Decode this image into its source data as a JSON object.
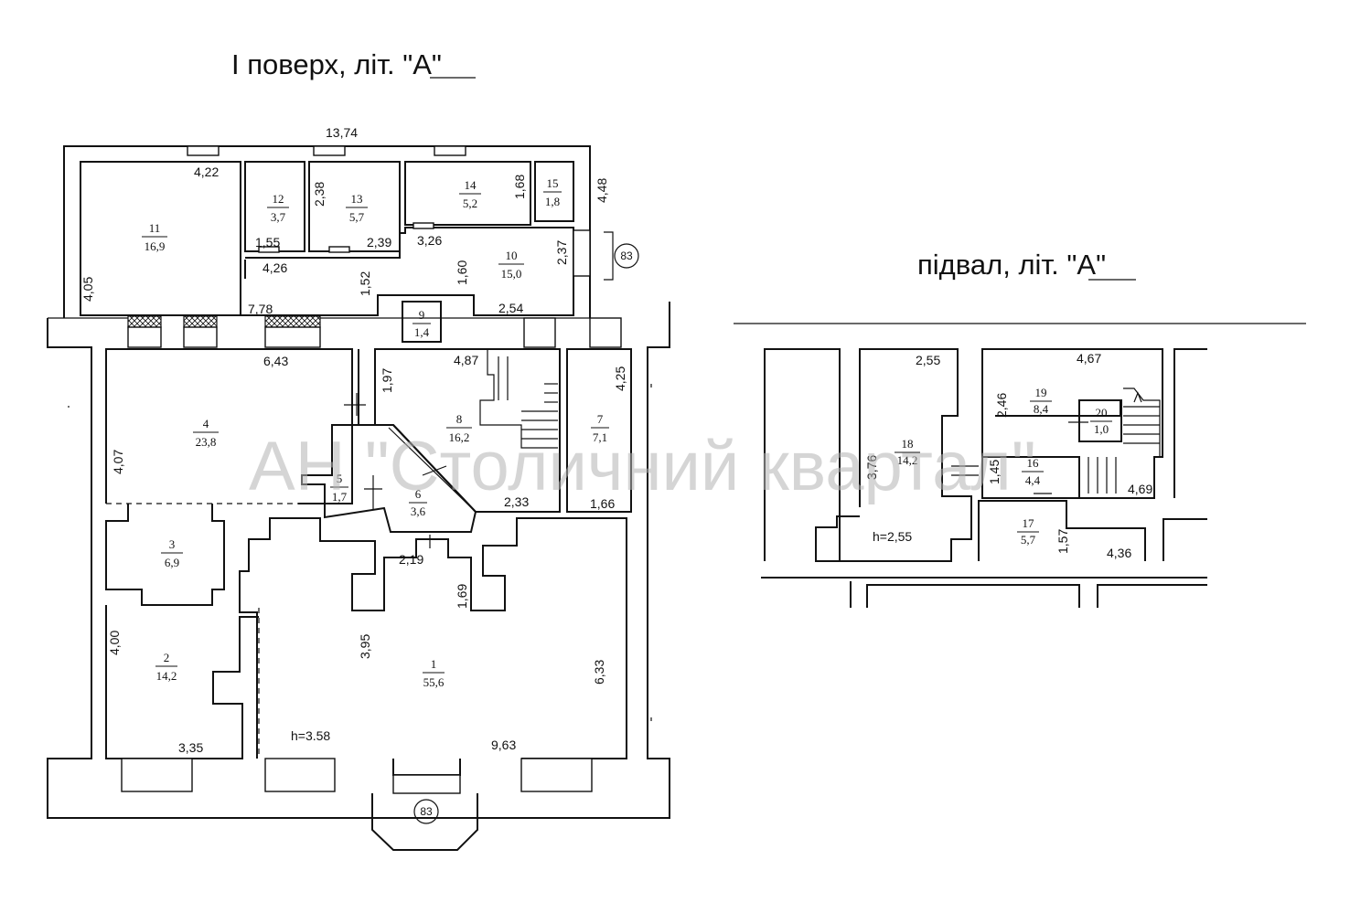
{
  "titles": {
    "ground_floor": "І поверх, літ. \"А\"",
    "basement": "підвал, літ. \"А\""
  },
  "watermark": "АН \"Столичний квартал\"",
  "ground_floor": {
    "overall_width": "13,74",
    "ceiling_height": "h=3.58",
    "entrance_number": "83",
    "side_entrance_number": "83",
    "rooms": [
      {
        "no": "1",
        "area": "55,6"
      },
      {
        "no": "2",
        "area": "14,2"
      },
      {
        "no": "3",
        "area": "6,9"
      },
      {
        "no": "4",
        "area": "23,8"
      },
      {
        "no": "5",
        "area": "1,7"
      },
      {
        "no": "6",
        "area": "3,6"
      },
      {
        "no": "7",
        "area": "7,1"
      },
      {
        "no": "8",
        "area": "16,2"
      },
      {
        "no": "9",
        "area": "1,4"
      },
      {
        "no": "10",
        "area": "15,0"
      },
      {
        "no": "11",
        "area": "16,9"
      },
      {
        "no": "12",
        "area": "3,7"
      },
      {
        "no": "13",
        "area": "5,7"
      },
      {
        "no": "14",
        "area": "5,2"
      },
      {
        "no": "15",
        "area": "1,8"
      }
    ],
    "dimensions": [
      "4,22",
      "2,38",
      "1,68",
      "4,48",
      "1,55",
      "2,39",
      "3,26",
      "2,37",
      "4,26",
      "1,52",
      "1,60",
      "4,05",
      "7,78",
      "2,54",
      "6,43",
      "1,97",
      "4,87",
      "4,25",
      "4,07",
      "2,33",
      "1,66",
      "2,19",
      "1,69",
      "4,00",
      "3,95",
      "6,33",
      "3,35",
      "9,63"
    ]
  },
  "basement": {
    "ceiling_height": "h=2,55",
    "rooms": [
      {
        "no": "16",
        "area": "4,4"
      },
      {
        "no": "17",
        "area": "5,7"
      },
      {
        "no": "18",
        "area": "14,2"
      },
      {
        "no": "19",
        "area": "8,4"
      },
      {
        "no": "20",
        "area": "1,0"
      }
    ],
    "dimensions": [
      "2,55",
      "4,67",
      "2,46",
      "3,76",
      "1,45",
      "4,69",
      "1,57",
      "4,36"
    ]
  }
}
